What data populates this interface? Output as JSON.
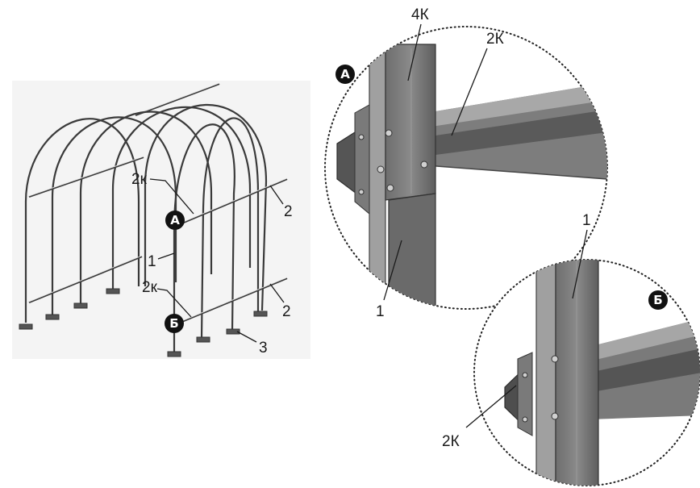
{
  "overview": {
    "callout_a": "А",
    "callout_b": "Б",
    "labels": {
      "connector_upper": "2к",
      "connector_lower": "2к",
      "arch": "1",
      "rail_upper": "2",
      "rail_lower": "2",
      "foot": "3"
    }
  },
  "detail_a": {
    "badge": "А",
    "labels": {
      "top_connector": "4К",
      "rail": "2К",
      "arch": "1"
    }
  },
  "detail_b": {
    "badge": "Б",
    "labels": {
      "arch": "1",
      "connector": "2К"
    }
  }
}
